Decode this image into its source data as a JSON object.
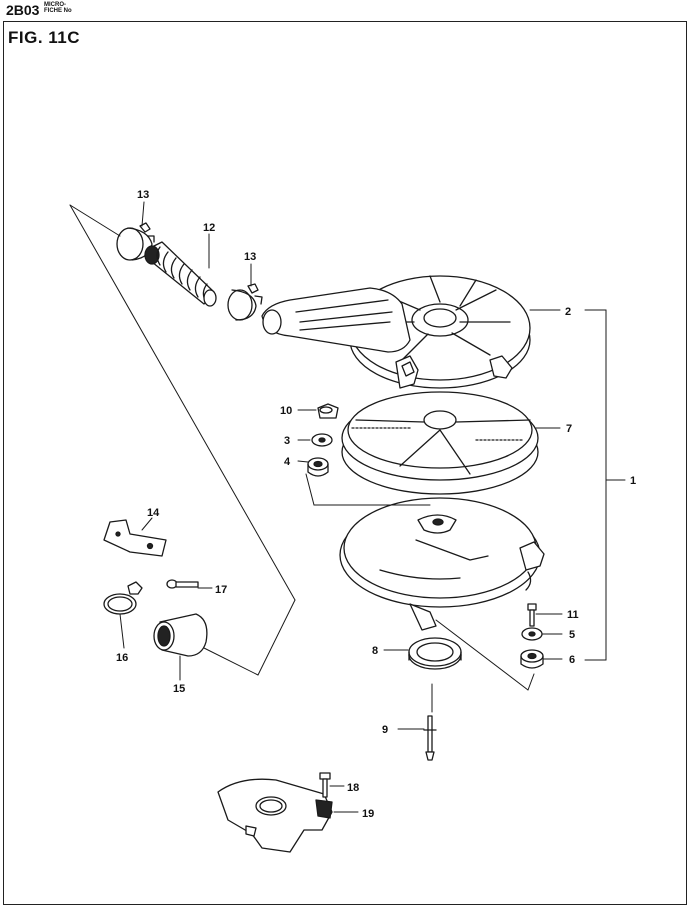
{
  "header": {
    "code": "2B03",
    "microfiche_line1": "MICRO-",
    "microfiche_line2": "FICHE No"
  },
  "figure": {
    "title": "FIG. 11C"
  },
  "callouts": [
    {
      "id": "c13a",
      "text": "13"
    },
    {
      "id": "c12",
      "text": "12"
    },
    {
      "id": "c13b",
      "text": "13"
    },
    {
      "id": "c2",
      "text": "2"
    },
    {
      "id": "c10",
      "text": "10"
    },
    {
      "id": "c7",
      "text": "7"
    },
    {
      "id": "c3",
      "text": "3"
    },
    {
      "id": "c4",
      "text": "4"
    },
    {
      "id": "c1",
      "text": "1"
    },
    {
      "id": "c14",
      "text": "14"
    },
    {
      "id": "c17",
      "text": "17"
    },
    {
      "id": "c11",
      "text": "11"
    },
    {
      "id": "c5",
      "text": "5"
    },
    {
      "id": "c16",
      "text": "16"
    },
    {
      "id": "c8",
      "text": "8"
    },
    {
      "id": "c6",
      "text": "6"
    },
    {
      "id": "c15",
      "text": "15"
    },
    {
      "id": "c9",
      "text": "9"
    },
    {
      "id": "c18",
      "text": "18"
    },
    {
      "id": "c19",
      "text": "19"
    }
  ]
}
